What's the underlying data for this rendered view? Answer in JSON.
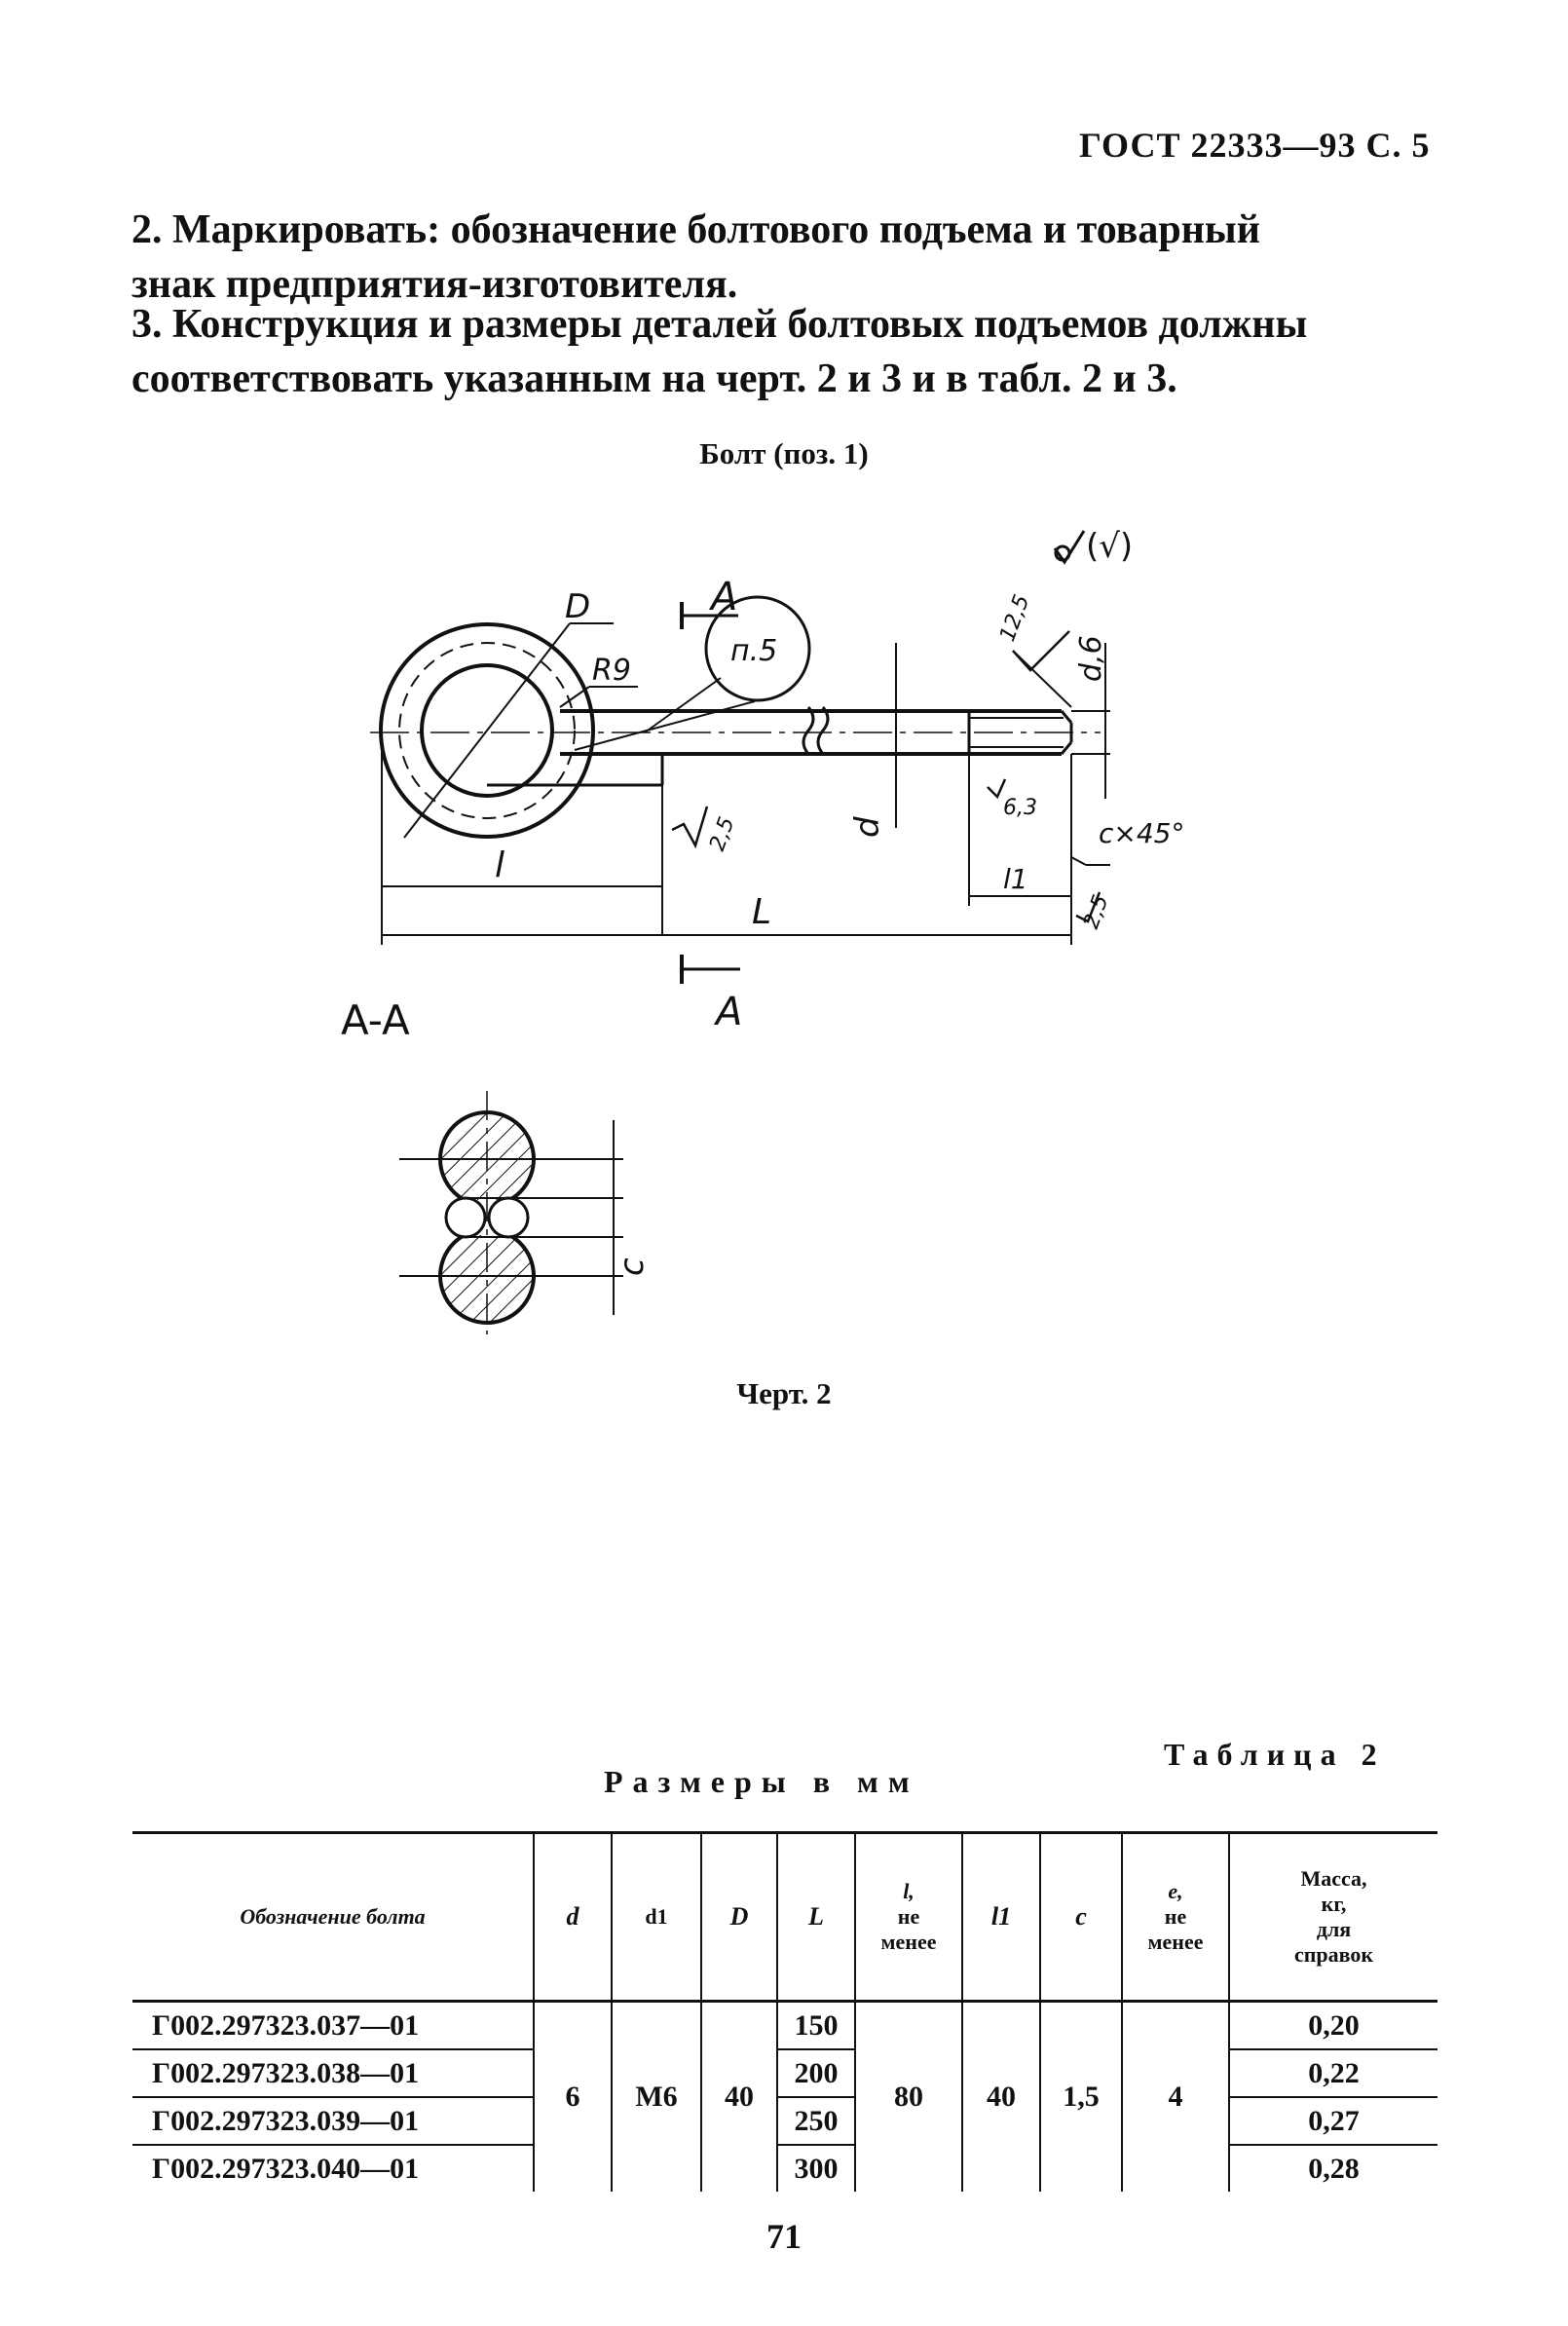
{
  "header": {
    "running_title": "ГОСТ 22333—93 С. 5"
  },
  "paragraphs": {
    "item2": [
      "2. Маркировать: обозначение болтового подъема и товарный",
      "знак предприятия-изготовителя."
    ],
    "item3": [
      "3. Конструкция и размеры деталей болтовых подъемов должны",
      "соответствовать указанным на черт. 2 и 3 и в табл. 2 и 3."
    ]
  },
  "figure": {
    "caption": "Болт (поз. 1)",
    "label": "Черт. 2",
    "labels": {
      "roughness": "(√)",
      "section_mark": "A",
      "note_ref": "п.5",
      "dim_D": "D",
      "dim_R9": "R9",
      "dim_l": "l",
      "dim_L": "L",
      "dim_d": "d",
      "dim_d06": "d,6",
      "dim_12_5": "12,5",
      "dim_6_3": "6,3",
      "dim_2_5": "2,5",
      "dim_chamfer": "c×45°",
      "dim_l1": "l1",
      "section_title": "A-A",
      "dim_c": "c"
    }
  },
  "table": {
    "title": "Таблица 2",
    "units": "Размеры в мм",
    "headers": {
      "designation": "Обозначение болта",
      "d": "d",
      "d1": "d1",
      "D": "D",
      "L": "L",
      "l": [
        "l,",
        "не",
        "менее"
      ],
      "l1": "l1",
      "c": "c",
      "e": [
        "e,",
        "не",
        "менее"
      ],
      "mass": [
        "Масса,",
        "кг,",
        "для",
        "справок"
      ]
    },
    "rows": [
      {
        "designation": "Г002.297323.037—01",
        "L": "150",
        "mass": "0,20"
      },
      {
        "designation": "Г002.297323.038—01",
        "L": "200",
        "mass": "0,22"
      },
      {
        "designation": "Г002.297323.039—01",
        "L": "250",
        "mass": "0,27"
      },
      {
        "designation": "Г002.297323.040—01",
        "L": "300",
        "mass": "0,28"
      }
    ],
    "shared": {
      "d": "6",
      "d1": "M6",
      "D": "40",
      "l": "80",
      "l1": "40",
      "c": "1,5",
      "e": "4"
    }
  },
  "footer": {
    "page_number": "71"
  }
}
